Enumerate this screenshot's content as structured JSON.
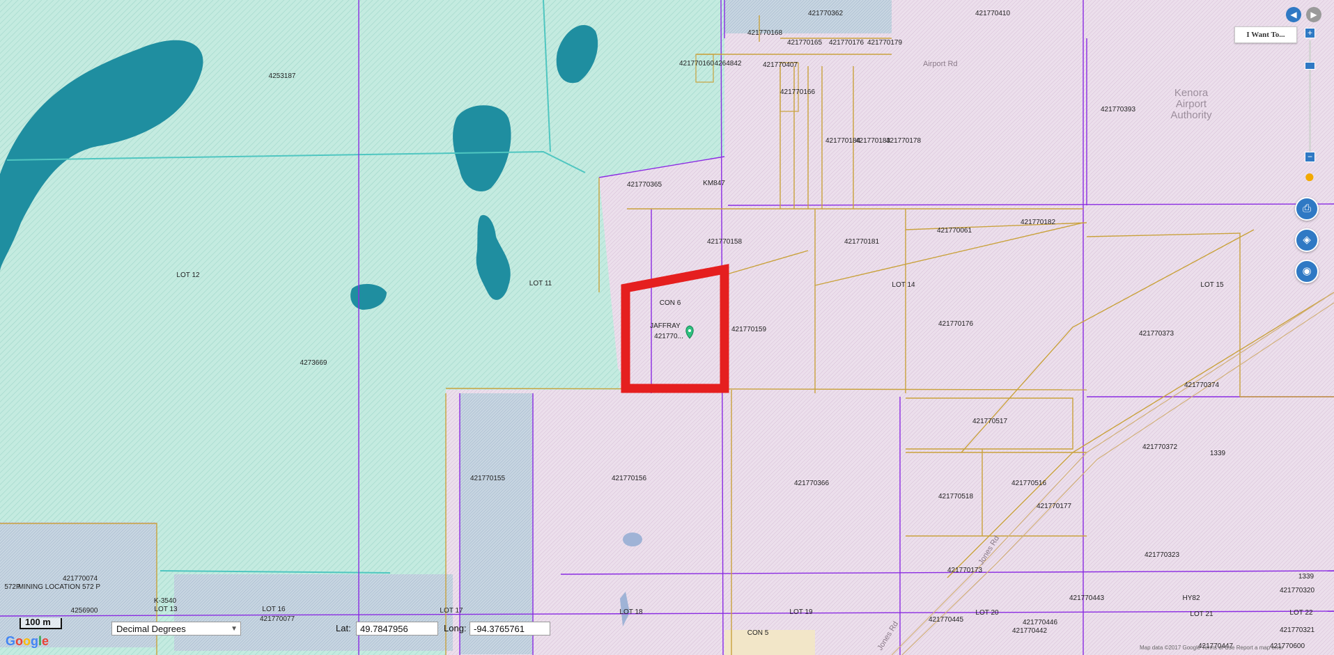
{
  "map": {
    "type": "parcel-map",
    "colors": {
      "crown_land": "#c4ebe0",
      "private_land": "#ecdfec",
      "water": "#1f8ea0",
      "lot_line_purple": "#8a2be2",
      "lot_line_tan": "#c9a23c",
      "lot_line_cyan": "#4fc6c0",
      "highlight": "#e51f1f",
      "marker": "#2fbf7f"
    },
    "parcel_labels": [
      "421770362",
      "421770410",
      "421770168",
      "421770165",
      "421770176",
      "421770179",
      "421770160",
      "4264842",
      "421770407",
      "421770166",
      "421770393",
      "4253187",
      "421770184",
      "421770183",
      "421770178",
      "421770365",
      "KM847",
      "421770158",
      "421770181",
      "421770061",
      "421770182",
      "LOT 12",
      "LOT 11",
      "LOT 14",
      "LOT 15",
      "CON 6",
      "JAFFRAY",
      "421770...",
      "421770159",
      "421770176",
      "421770373",
      "4273669",
      "421770374",
      "421770517",
      "421770372",
      "1339",
      "421770155",
      "421770156",
      "421770366",
      "421770518",
      "421770516",
      "421770177",
      "421770173",
      "421770323",
      "421770074",
      "572P",
      "MINING LOCATION 572 P",
      "K-3540",
      "LOT 13",
      "4256900",
      "LOT 16",
      "421770077",
      "LOT 17",
      "LOT 18",
      "LOT 19",
      "LOT 20",
      "LOT 21",
      "LOT 22",
      "421770443",
      "HY82",
      "421770445",
      "421770446",
      "421770442",
      "421770320",
      "421770321",
      "421770447",
      "421770600",
      "CON 5",
      "1339"
    ],
    "road_labels": [
      "Airport Rd",
      "Jones Rd"
    ],
    "place_label": [
      "Kenora",
      "Airport",
      "Authority"
    ]
  },
  "controls": {
    "want_to": "I Want To...",
    "nav_left_icon": "left-arrow-icon",
    "nav_right_icon": "right-arrow-icon",
    "zoom_in": "+",
    "zoom_out": "−",
    "pegman_icon": "street-view-person-icon",
    "print_icon": "print-icon",
    "layers_icon": "layers-icon",
    "globe_icon": "globe-icon"
  },
  "footer": {
    "scale_label": "100 m",
    "coord_format": "Decimal Degrees",
    "lat_label": "Lat:",
    "lat_value": "49.7847956",
    "long_label": "Long:",
    "long_value": "-94.3765761",
    "google_logo": "Google",
    "attribution": "Map data ©2017 Google  Terms of Use  Report a map error"
  }
}
